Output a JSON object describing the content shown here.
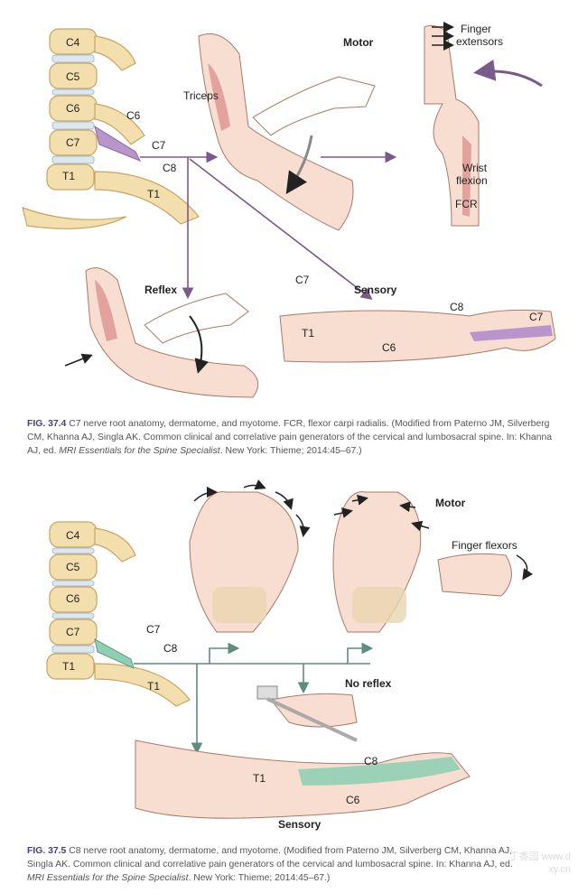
{
  "figure1": {
    "vertebrae": [
      "C4",
      "C5",
      "C6",
      "C7",
      "T1"
    ],
    "roots": [
      "C6",
      "C7",
      "C8",
      "T1"
    ],
    "motor_label": "Motor",
    "finger_extensors_line1": "Finger",
    "finger_extensors_line2": "extensors",
    "triceps_label": "Triceps",
    "wrist_flexion_line1": "Wrist",
    "wrist_flexion_line2": "flexion",
    "fcr_label": "FCR",
    "reflex_label": "Reflex",
    "c7_branch_label": "C7",
    "sensory_label": "Sensory",
    "dermatomes": {
      "c8": "C8",
      "c7": "C7",
      "t1": "T1",
      "c6": "C6"
    },
    "caption": {
      "fig_label": "FIG. 37.4",
      "text": " C7 nerve root anatomy, dermatome, and myotome. FCR, flexor carpi radialis. (Modified from Paterno JM, Silverberg CM, Khanna AJ, Singla AK. Common clinical and correlative pain generators of the cervical and lumbosacral spine. In: Khanna AJ, ed. ",
      "book": "MRI Essentials for the Spine Specialist",
      "tail": ". New York: Thieme; 2014:45–67.)"
    },
    "nerve_color": "#b995cc"
  },
  "figure2": {
    "vertebrae": [
      "C4",
      "C5",
      "C6",
      "C7",
      "T1"
    ],
    "roots": [
      "C7",
      "C8",
      "T1"
    ],
    "motor_label": "Motor",
    "finger_flexors_label": "Finger flexors",
    "no_reflex_label": "No reflex",
    "sensory_label": "Sensory",
    "dermatomes": {
      "c8": "C8",
      "t1": "T1",
      "c6": "C6"
    },
    "caption": {
      "fig_label": "FIG. 37.5",
      "text": " C8 nerve root anatomy, dermatome, and myotome. (Modified from Paterno JM, Silverberg CM, Khanna AJ, Singla AK. Common clinical and correlative pain generators of the cervical and lumbosacral spine. In: Khanna AJ, ed. ",
      "book": "MRI Essentials for the Spine Specialist",
      "tail": ". New York: Thieme; 2014:45–67.)"
    },
    "nerve_color": "#8fcfb4"
  },
  "watermark": "丁香园 www.dxy.cn"
}
